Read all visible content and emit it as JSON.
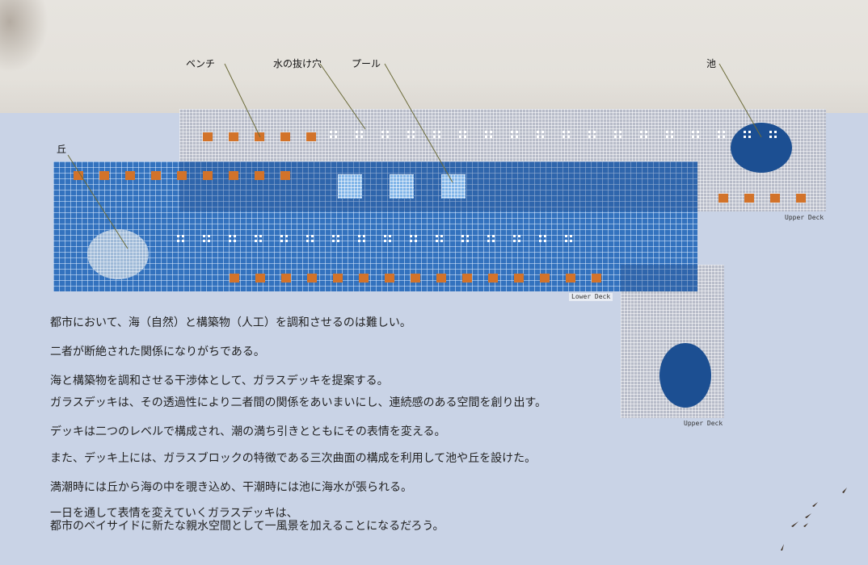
{
  "labels": {
    "bench": "ベンチ",
    "drain": "水の抜け穴",
    "pool": "プール",
    "pond": "池",
    "hill": "丘"
  },
  "deck_labels": {
    "upper_top": "Upper Deck",
    "lower": "Lower Deck",
    "upper_bottom": "Upper Deck"
  },
  "description": [
    "都市において、海（自然）と構築物（人工）を調和させるのは難しい。",
    "二者が断絶された関係になりがちである。",
    "海と構築物を調和させる干渉体として、ガラスデッキを提案する。",
    "ガラスデッキは、その透過性により二者間の関係をあいまいにし、連続感のある空間を創り出す。",
    "デッキは二つのレベルで構成され、潮の満ち引きとともにその表情を変える。",
    "また、デッキ上には、ガラスブロックの特徴である三次曲面の構成を利用して池や丘を設けた。",
    "満潮時には丘から海の中を覗き込め、干潮時には池に海水が張られる。",
    "一日を通して表情を変えていくガラスデッキは、",
    "都市のベイサイドに新たな親水空間として一風景を加えることになるだろう。"
  ],
  "colors": {
    "background": "#c9d3e6",
    "paper": "#e4e1db",
    "upper_deck": "#b8bcc9",
    "lower_deck": "#2f6fbd",
    "bench": "#d2732a",
    "pond": "#1c4f92",
    "pool": "#7fb4e8"
  },
  "bench_counts": {
    "upper_top_row": 5,
    "lower_top_row": 9,
    "lower_bottom_row": 15,
    "upper_right_row": 4
  },
  "drain_hole_counts": {
    "upper_deck_row": 18,
    "lower_deck_row": 16
  },
  "pool_count": 3
}
